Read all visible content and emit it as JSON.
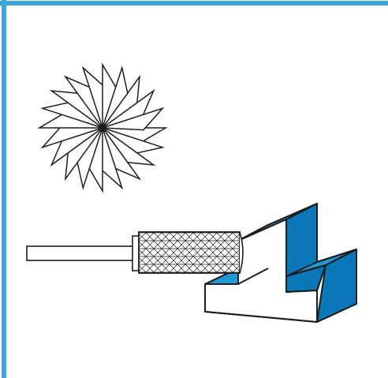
{
  "illustration": {
    "subject": "cylindrical-cutter-bur-and-stepped-workpiece",
    "colors": {
      "frame_border": "#3aa6dd",
      "stroke": "#1d1d1b",
      "workpiece_top_face": "#1e9ad6",
      "workpiece_side_face": "#0a78b8",
      "workpiece_front_face": "#ffffff",
      "tool_fill": "#ffffff"
    },
    "cutter_end_view": {
      "teeth_count": 20
    },
    "tool": {
      "shank": "plain-cylindrical-shank",
      "head": "cross-cut-knurled-cylinder"
    },
    "workpiece": {
      "shape": "stepped-block-with-raised-center-rib"
    }
  }
}
